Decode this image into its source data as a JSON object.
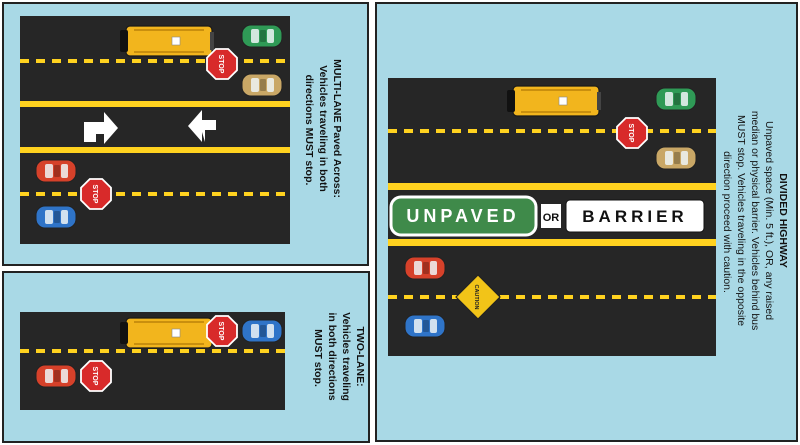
{
  "colors": {
    "panel_bg": "#a9d9e6",
    "road": "#262626",
    "lane_line": "#ffd21f",
    "bus": "#f2b51d",
    "stop_sign": "#d82a2a",
    "car_red": "#d6412a",
    "car_blue": "#2f74c8",
    "car_green": "#2f9a56",
    "car_tan": "#c9a766",
    "unpaved_sign": "#3f8a4a",
    "caution_sign": "#f2c418"
  },
  "signs": {
    "stop": "STOP",
    "caution": "CAUTION",
    "unpaved": "UNPAVED",
    "or": "OR",
    "barrier": "BARRIER"
  },
  "panels": {
    "multilane": {
      "caption": [
        "MULTI-LANE Paved Across:",
        "Vehicles traveling in both",
        "directions MUST stop."
      ]
    },
    "twolane": {
      "caption": [
        "TWO-LANE:",
        "Vehicles traveling",
        "in both directions",
        "MUST stop."
      ]
    },
    "divided": {
      "caption": [
        "DIVIDED HIGHWAY",
        "Unpaved space (Min. 5 ft.), OR, any raised",
        "median or physical barrier. Vehicles behind bus",
        "MUST stop. Vehicles traveling in the opposite",
        "direction proceed with caution."
      ]
    }
  }
}
